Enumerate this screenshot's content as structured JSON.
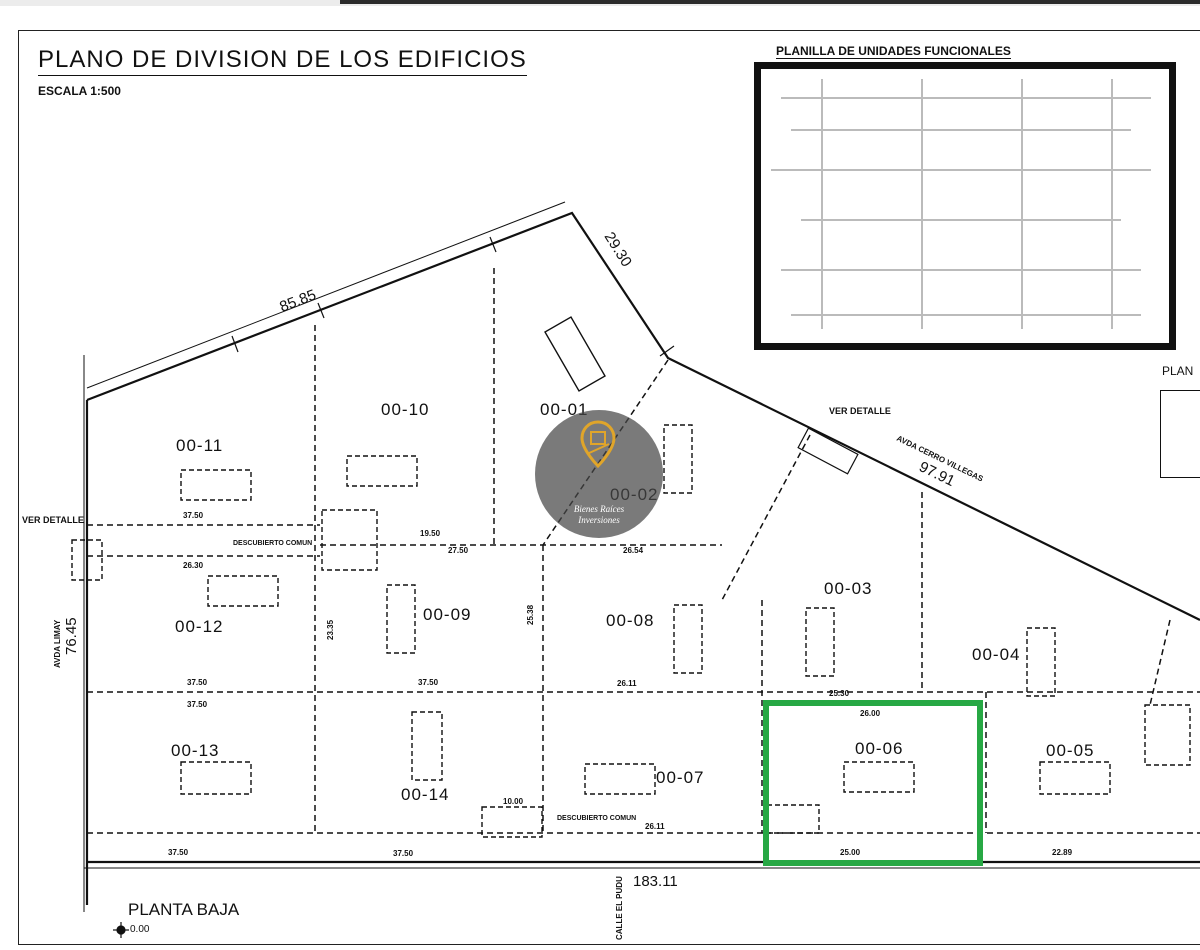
{
  "plan": {
    "title": "PLANO DE DIVISION DE LOS EDIFICIOS",
    "scale": "ESCALA 1:500",
    "floor": "PLANTA BAJA",
    "level": "0.00",
    "table_title": "PLANILLA DE UNIDADES FUNCIONALES",
    "edge_label": "PLAN"
  },
  "lots": [
    {
      "id": "00-01",
      "text": "00-01"
    },
    {
      "id": "00-02",
      "text": "00-02"
    },
    {
      "id": "00-03",
      "text": "00-03"
    },
    {
      "id": "00-04",
      "text": "00-04"
    },
    {
      "id": "00-05",
      "text": "00-05"
    },
    {
      "id": "00-06",
      "text": "00-06",
      "highlighted": true
    },
    {
      "id": "00-07",
      "text": "00-07"
    },
    {
      "id": "00-08",
      "text": "00-08"
    },
    {
      "id": "00-09",
      "text": "00-09"
    },
    {
      "id": "00-10",
      "text": "00-10"
    },
    {
      "id": "00-11",
      "text": "00-11"
    },
    {
      "id": "00-12",
      "text": "00-12"
    },
    {
      "id": "00-13",
      "text": "00-13"
    },
    {
      "id": "00-14",
      "text": "00-14"
    }
  ],
  "boundary_dimensions": {
    "north": "85.85",
    "northeast": "29.30",
    "east": "97.91",
    "west": "76.45",
    "south": "183.11"
  },
  "streets": {
    "avda_limay": "AVDA LIMAY",
    "avda_cerro_villegas": "AVDA CERRO VILLEGAS",
    "calle_el_pudu": "CALLE EL PUDU"
  },
  "notes": {
    "ver_detalle_1": "VER DETALLE",
    "ver_detalle_2": "VER DETALLE",
    "descubierto_comun_1": "DESCUBIERTO COMUN",
    "descubierto_comun_2": "DESCUBIERTO COMUN"
  },
  "dims": {
    "d3750a": "37.50",
    "d3750b": "37.50",
    "d3750c": "37.50",
    "d3750d": "37.50",
    "d3750e": "37.50",
    "d3750f": "37.50",
    "d2750": "27.50",
    "d2630": "26.30",
    "d2611a": "26.11",
    "d2611b": "26.11",
    "d2600": "26.00",
    "d2654": "26.54",
    "d2530": "25.30",
    "d2500": "25.00",
    "d2289": "22.89",
    "d1950": "19.50",
    "d1000": "10.00",
    "d2538": "25.38",
    "d2335": "23.35"
  },
  "logo": {
    "line1": "Bienes Raíces",
    "line2": "Inversiones",
    "accent": "#e0a52a"
  },
  "highlight_color": "#27a844"
}
